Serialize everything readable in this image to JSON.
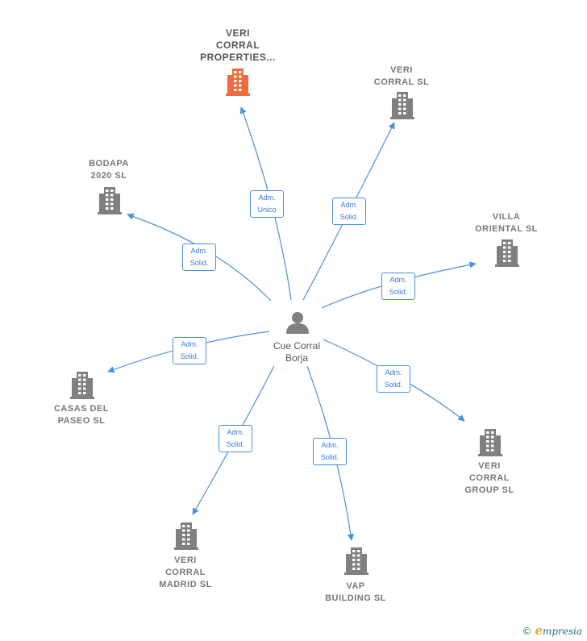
{
  "center": {
    "label_lines": [
      "Cue Corral",
      "Borja"
    ]
  },
  "nodes": [
    {
      "id": "veri-corral-properties",
      "lines": [
        "VERI",
        "CORRAL",
        "PROPERTIES..."
      ],
      "highlight": true
    },
    {
      "id": "veri-corral-sl",
      "lines": [
        "VERI",
        "CORRAL  SL"
      ],
      "highlight": false
    },
    {
      "id": "bodapa-2020-sl",
      "lines": [
        "BODAPA",
        "2020  SL"
      ],
      "highlight": false
    },
    {
      "id": "villa-oriental-sl",
      "lines": [
        "VILLA",
        "ORIENTAL  SL"
      ],
      "highlight": false
    },
    {
      "id": "casas-del-paseo-sl",
      "lines": [
        "CASAS DEL",
        "PASEO  SL"
      ],
      "highlight": false
    },
    {
      "id": "veri-corral-group-sl",
      "lines": [
        "VERI",
        "CORRAL",
        "GROUP  SL"
      ],
      "highlight": false
    },
    {
      "id": "veri-corral-madrid-sl",
      "lines": [
        "VERI",
        "CORRAL",
        "MADRID  SL"
      ],
      "highlight": false
    },
    {
      "id": "vap-building-sl",
      "lines": [
        "VAP",
        "BUILDING  SL"
      ],
      "highlight": false
    }
  ],
  "edges": [
    {
      "to": "veri-corral-properties",
      "lines": [
        "Adm.",
        "Unico"
      ]
    },
    {
      "to": "veri-corral-sl",
      "lines": [
        "Adm.",
        "Solid."
      ]
    },
    {
      "to": "bodapa-2020-sl",
      "lines": [
        "Adm.",
        "Solid."
      ]
    },
    {
      "to": "villa-oriental-sl",
      "lines": [
        "Adm.",
        "Solid."
      ]
    },
    {
      "to": "casas-del-paseo-sl",
      "lines": [
        "Adm.",
        "Solid."
      ]
    },
    {
      "to": "veri-corral-group-sl",
      "lines": [
        "Adm.",
        "Solid."
      ]
    },
    {
      "to": "veri-corral-madrid-sl",
      "lines": [
        "Adm.",
        "Solid."
      ]
    },
    {
      "to": "vap-building-sl",
      "lines": [
        "Adm.",
        "Solid."
      ]
    }
  ],
  "colors": {
    "edge": "#4a90d9",
    "building": "#808080",
    "highlight": "#f26b3a"
  },
  "footer": {
    "copyright": "©",
    "brand_initial": "e",
    "brand_rest": "mpresia"
  }
}
